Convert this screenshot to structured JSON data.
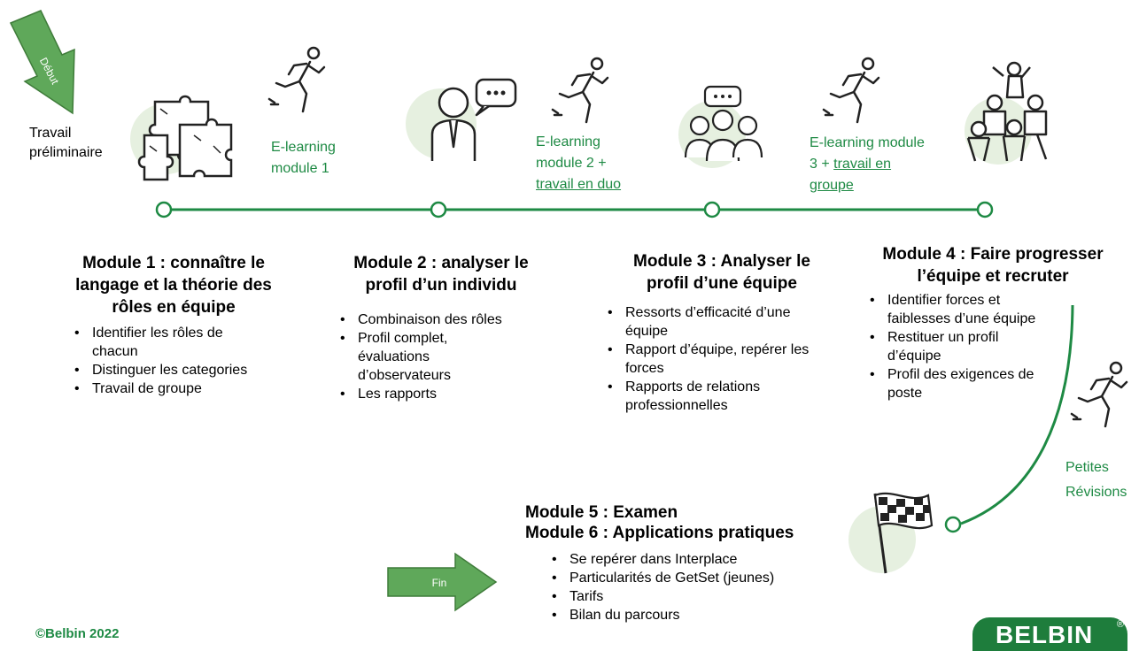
{
  "start_arrow_label": "Début",
  "end_arrow_label": "Fin",
  "prework_label": "Travail préliminaire",
  "timeline_steps": [
    {
      "lines": [
        "E-learning",
        "module 1"
      ]
    },
    {
      "lines": [
        "E-learning",
        "module 2 +"
      ],
      "underlined": "travail en duo"
    },
    {
      "lines": [
        "E-learning module",
        "3 + "
      ],
      "underlined_inline": "travail en",
      "underlined": "groupe"
    }
  ],
  "modules": [
    {
      "title": "Module 1 : connaître le langage et la théorie des rôles en équipe",
      "bullets": [
        "Identifier les rôles de chacun",
        "Distinguer les categories",
        "Travail de groupe"
      ]
    },
    {
      "title": "Module 2 : analyser le profil d’un individu",
      "bullets": [
        "Combinaison des rôles",
        "Profil complet, évaluations d’observateurs",
        "Les rapports"
      ]
    },
    {
      "title": "Module 3 : Analyser le profil d’une équipe",
      "bullets": [
        "Ressorts d’efficacité d’une équipe",
        "Rapport d’équipe, repérer les forces",
        "Rapports de relations professionnelles"
      ]
    },
    {
      "title": "Module 4 : Faire progresser l’équipe et recruter",
      "bullets": [
        "Identifier forces et faiblesses d’une équipe",
        "Restituer un profil d’équipe",
        "Profil des exigences de poste"
      ]
    }
  ],
  "final_modules": {
    "title_line1": "Module 5 : Examen",
    "title_line2": "Module 6 : Applications pratiques",
    "bullets": [
      "Se repérer dans Interplace",
      "Particularités de GetSet (jeunes)",
      "Tarifs",
      "Bilan du parcours"
    ]
  },
  "revision_label_line1": "Petites",
  "revision_label_line2": "Révisions",
  "copyright": "©Belbin 2022",
  "logo_text": "BELBIN",
  "logo_mark": "®",
  "colors": {
    "green": "#1e8a44",
    "arrow_green": "#5fa85a",
    "circle_bg": "#e6f0e0",
    "logo_green": "#1e7d3c"
  }
}
